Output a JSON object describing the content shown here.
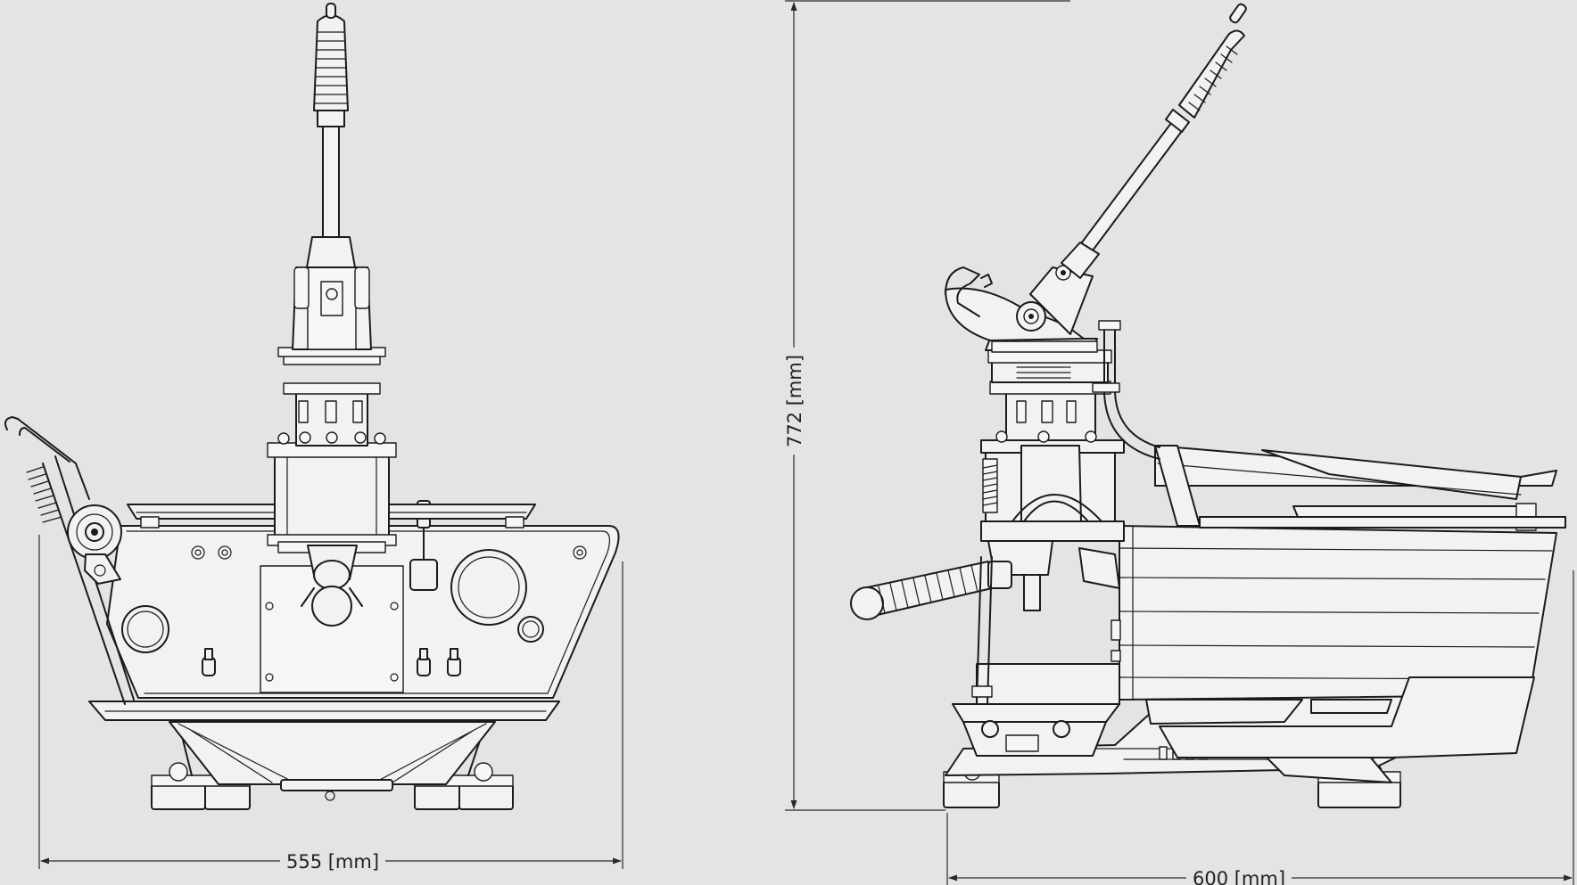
{
  "dimensions": {
    "width": {
      "value": 555,
      "unit": "[mm]",
      "label": "555 [mm]"
    },
    "height": {
      "value": 772,
      "unit": "[mm]",
      "label": "772 [mm]"
    },
    "depth": {
      "value": 600,
      "unit": "[mm]",
      "label": "600 [mm]"
    }
  },
  "colors": {
    "background": "#e4e4e4",
    "line": "#1b1b1b"
  }
}
